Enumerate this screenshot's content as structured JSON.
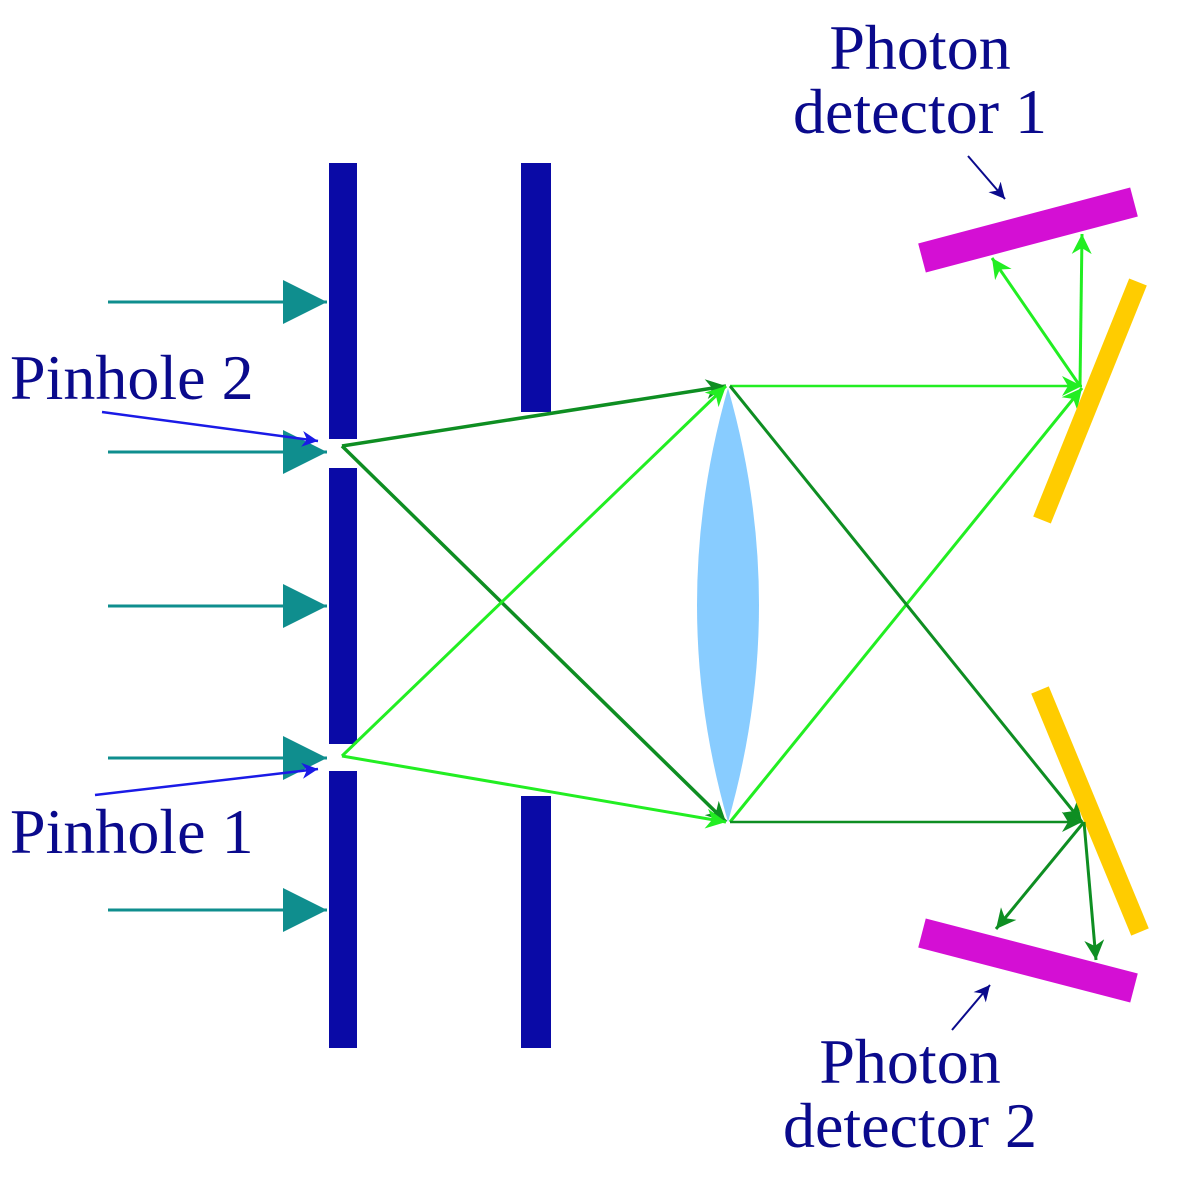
{
  "labels": {
    "photon_detector_1": [
      "Photon",
      "detector 1"
    ],
    "photon_detector_2": [
      "Photon",
      "detector 2"
    ],
    "pinhole_2": "Pinhole 2",
    "pinhole_1": "Pinhole 1"
  },
  "colors": {
    "background": "#ffffff",
    "screen": "#0a0aa6",
    "label_text": "#0a0a8c",
    "label_pointer": "#1a1ae6",
    "incident_beam": "#0f8e8e",
    "lens": "#88ccff",
    "beam_light_green": "#22ee22",
    "beam_dark_green": "#0e8e22",
    "detector": "#d40fd4",
    "beam_splitter": "#ffcc00"
  },
  "icons": {
    "incident_arrow": "teal-arrow-icon",
    "pointer_arrow": "pointer-arrow-icon"
  }
}
